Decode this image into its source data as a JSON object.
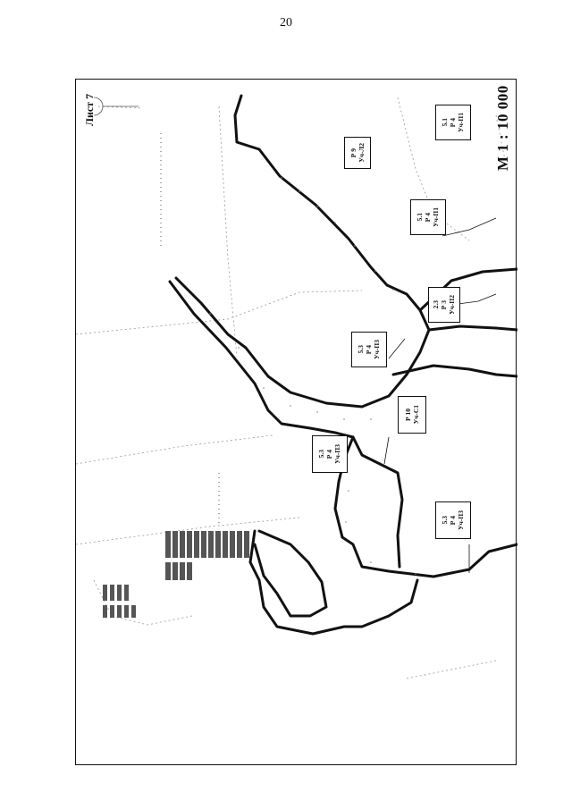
{
  "page_number": "20",
  "sheet_label": "Лист 7",
  "scale_label": "М 1 : 10 000",
  "colors": {
    "line": "#111111",
    "paper": "#ffffff",
    "texture": "#888888"
  },
  "parcels": [
    {
      "id": "p1",
      "lines": [
        "Р 9",
        "Уч-Л2"
      ]
    },
    {
      "id": "p2",
      "lines": [
        "5.1",
        "Р 4",
        "Уч-П1"
      ]
    },
    {
      "id": "p3",
      "lines": [
        "5.1",
        "Р 4",
        "Уч-П1"
      ]
    },
    {
      "id": "p4",
      "lines": [
        "2.3",
        "Р 3",
        "Уч-П2"
      ]
    },
    {
      "id": "p5",
      "lines": [
        "5.3",
        "Р 4",
        "Уч-П3"
      ]
    },
    {
      "id": "p6",
      "lines": [
        "Р 10",
        "Уч-С1"
      ]
    },
    {
      "id": "p7",
      "lines": [
        "5.3",
        "Р 4",
        "Уч-П3"
      ]
    },
    {
      "id": "p8",
      "lines": [
        "5.3",
        "Р 4",
        "Уч-П3"
      ]
    }
  ]
}
